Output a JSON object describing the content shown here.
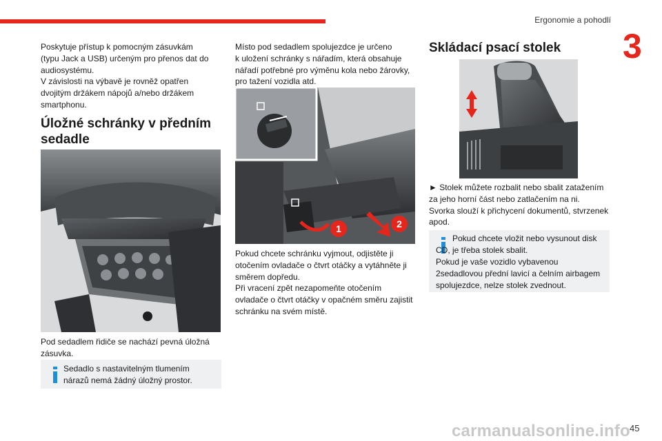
{
  "header": {
    "section_title": "Ergonomie a pohodlí",
    "chapter_number": "3",
    "page_number": "45"
  },
  "colors": {
    "accent": "#e5261c",
    "infobox_bg": "#eef0f2",
    "info_icon": "#1e8fd8"
  },
  "col1": {
    "intro_text": "Poskytuje přístup k pomocným zásuvkám\n(typu Jack a USB) určeným pro přenos dat do\naudiosystému.\nV závislosti na výbavě je rovněž opatřen\ndvojitým držákem nápojů a/nebo držákem\nsmartphonu.",
    "heading": "Úložné schránky v předním\nsedadle",
    "caption": "Pod sedadlem řidiče se nachází pevná úložná\nzásuvka.",
    "info": "Sedadlo s nastavitelným tlumením\nnárazů nemá žádný úložný prostor."
  },
  "col2": {
    "intro_text": "Místo pod sedadlem spolujezdce je určeno\nk uložení schránky s nářadím, která obsahuje\nnářadí potřebné pro výměnu kola nebo žárovky,\npro tažení vozidla atd.",
    "callouts": [
      "1",
      "2"
    ],
    "body_text": "Pokud chcete schránku vyjmout, odjistěte ji\notočením ovladače o čtvrt otáčky a vytáhněte ji\nsměrem dopředu.\nPři vracení zpět nezapomeňte otočením\novladače o čtvrt otáčky v opačném směru zajistit\nschránku na svém místě."
  },
  "col3": {
    "heading": "Skládací psací stolek",
    "body_text": "► Stolek můžete rozbalit nebo sbalit zatažením\nza jeho horní část nebo zatlačením na ni.\nSvorka slouží k přichycení dokumentů, stvrzenek\napod.",
    "info": "Pokud chcete vložit nebo vysunout disk\nCD, je třeba stolek sbalit.\nPokud je vaše vozidlo vybavenou\n2sedadlovou přední lavicí a čelním airbagem\nspolujezdce, nelze stolek zvednout."
  },
  "watermark": "carmanualsonline.info"
}
